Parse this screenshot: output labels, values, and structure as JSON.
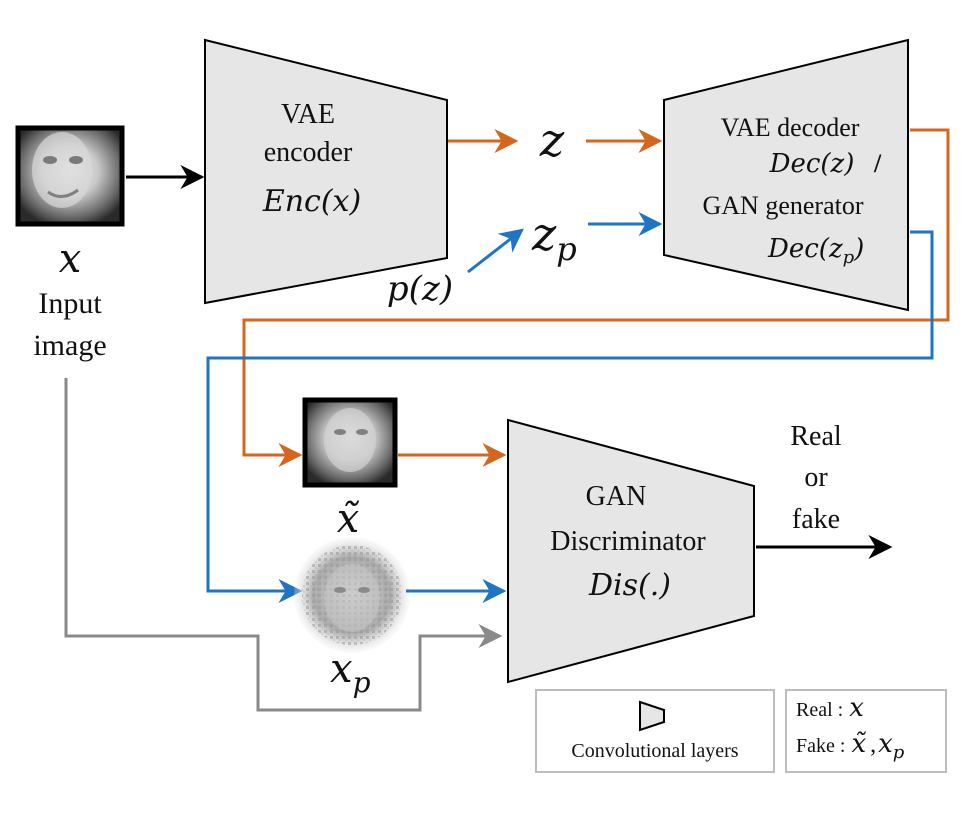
{
  "input": {
    "symbol": "x",
    "label_line1": "Input",
    "label_line2": "image"
  },
  "encoder": {
    "line1": "VAE",
    "line2": "encoder",
    "expr": "Enc(x)"
  },
  "latent": {
    "z": "z",
    "z_base": "z",
    "z_sub": "p",
    "prior": "p(z)"
  },
  "decoder": {
    "line1": "VAE decoder",
    "expr1": "Dec(z)",
    "slash": "/",
    "line2": "GAN generator",
    "expr2_base": "Dec(z",
    "expr2_sub": "p",
    "expr2_close": ")"
  },
  "reconstruction": {
    "symbol": "x̃"
  },
  "sample": {
    "base": "x",
    "sub": "p"
  },
  "discriminator": {
    "line1": "GAN",
    "line2": "Discriminator",
    "expr": "Dis(.)"
  },
  "output": {
    "line1": "Real",
    "line2": "or",
    "line3": "fake"
  },
  "legend": {
    "conv_label": "Convolutional layers",
    "real_label": "Real :",
    "real_value": "x",
    "fake_label": "Fake :",
    "fake_value1": "x̃",
    "fake_sep": ",",
    "fake_value2_base": "x",
    "fake_value2_sub": "p"
  },
  "colors": {
    "orange": "#d4661e",
    "blue": "#1f74c6",
    "gray": "#8a8a8a",
    "black": "#000000",
    "block_fill": "#e6e6e6"
  }
}
